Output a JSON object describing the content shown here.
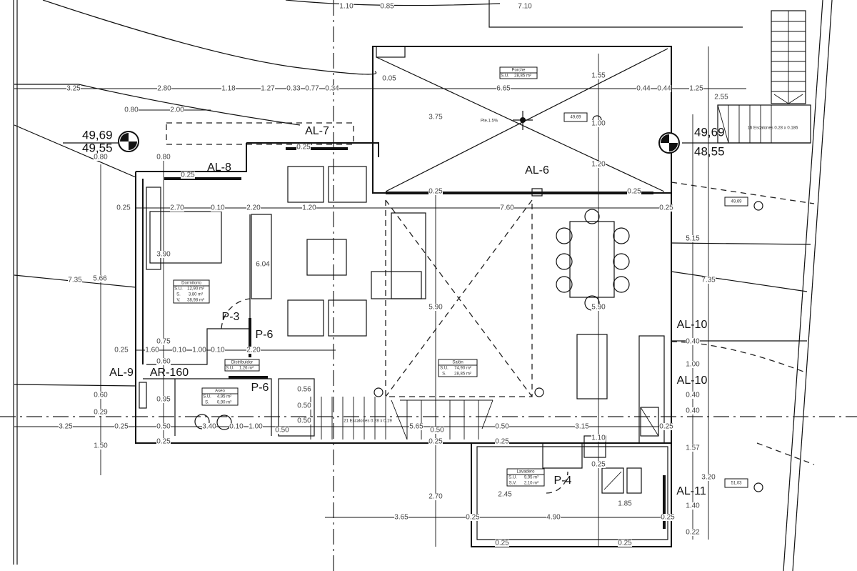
{
  "drawing": {
    "title": "Floor plan"
  },
  "room_labels": [
    "AL-7",
    "AL-8",
    "AL-6",
    "AL-9",
    "AR-160",
    "AL-10",
    "AL-10",
    "AL-11",
    "P-3",
    "P-6",
    "P-6",
    "P-4"
  ],
  "levels": {
    "left_top": "49,69",
    "left_bottom": "49,55",
    "right_top": "49,69",
    "right_bottom": "48,55",
    "box_porch": "49,69",
    "box_right": "49,69",
    "box_bottom_right": "51,03"
  },
  "notes": {
    "slope": "Pte.1.5%",
    "stairs_upper": "16 Escalones 0.28 x 0.186",
    "stairs_main": "21 Escalones 0.28 x 0.19"
  },
  "area_tables": [
    {
      "name": "Porche",
      "rows": [
        [
          "S.U.",
          "28,85 m²"
        ]
      ]
    },
    {
      "name": "Dormitorio",
      "rows": [
        [
          "S.U.",
          "12,90 m²"
        ],
        [
          "S.",
          "3,80 m²"
        ],
        [
          "V.",
          "38,98 m³"
        ]
      ]
    },
    {
      "name": "Distribuidor",
      "rows": [
        [
          "S.U.",
          "1,26 m²"
        ]
      ]
    },
    {
      "name": "Aseo",
      "rows": [
        [
          "S.U.",
          "4,95 m²"
        ],
        [
          "S.",
          "0,90 m²"
        ]
      ]
    },
    {
      "name": "Salón",
      "rows": [
        [
          "S.U.",
          "74,90 m²"
        ],
        [
          "S.",
          "28,85 m²"
        ]
      ]
    },
    {
      "name": "Lavadero",
      "rows": [
        [
          "S.U.",
          "9,95 m²"
        ],
        [
          "S.V.",
          "2,10 m²"
        ]
      ]
    }
  ],
  "dimensions": [
    "1.10",
    "0.85",
    "7.10",
    "3.25",
    "2.80",
    "1.18",
    "1.27",
    "0.33",
    "0.77",
    "0.34",
    "6.65",
    "0.44",
    "0.44",
    "1.25",
    "0.05",
    "1.55",
    "2.55",
    "0.80",
    "2.00",
    "0.80",
    "0.80",
    "0.25",
    "0.25",
    "3.75",
    "1.00",
    "1.20",
    "0.25",
    "2.70",
    "0.10",
    "2.20",
    "1.20",
    "0.25",
    "7.60",
    "0.25",
    "0.25",
    "5.15",
    "7.35",
    "5.66",
    "7.35",
    "3.90",
    "6.04",
    "5.90",
    "5.90",
    "0.75",
    "0.25",
    "1.60",
    "0.10",
    "1.00",
    "0.10",
    "2.20",
    "0.60",
    "0.95",
    "0.60",
    "0.29",
    "0.56",
    "0.50",
    "0.50",
    "3.25",
    "0.25",
    "0.50",
    "3.40",
    "0.10",
    "1.00",
    "0.50",
    "5.65",
    "0.50",
    "0.50",
    "3.15",
    "0.25",
    "0.25",
    "1.50",
    "0.25",
    "0.25",
    "1.10",
    "0.25",
    "1.57",
    "3.20",
    "2.70",
    "2.45",
    "1.85",
    "1.40",
    "3.65",
    "0.25",
    "4.90",
    "0.25",
    "0.22",
    "0.25",
    "0.25",
    "0.40",
    "1.00",
    "0.40",
    "0.40"
  ]
}
